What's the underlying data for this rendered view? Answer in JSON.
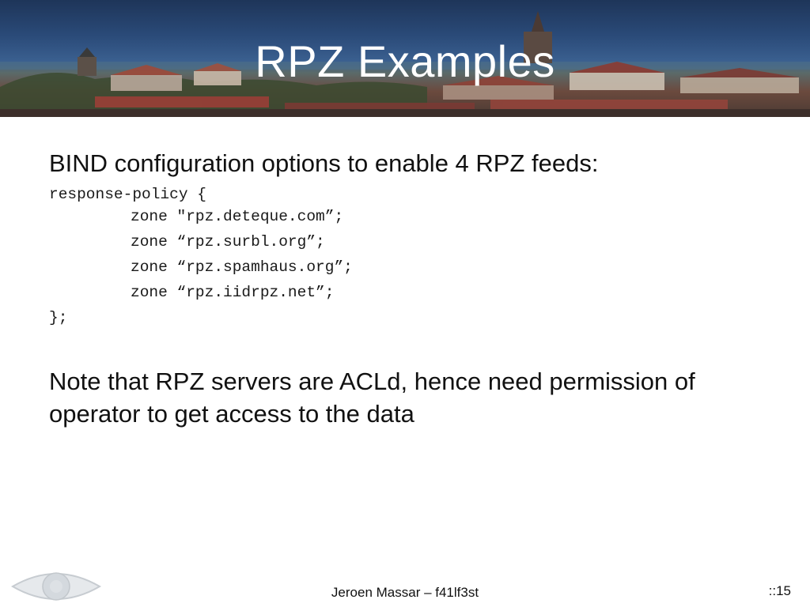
{
  "slide": {
    "title": "RPZ Examples",
    "lead": "BIND configuration options to enable 4 RPZ feeds:",
    "code": {
      "open": "response-policy {",
      "zones": [
        "zone \"rpz.deteque.com”;",
        "zone “rpz.surbl.org”;",
        "zone “rpz.spamhaus.org”;",
        "zone “rpz.iidrpz.net”;"
      ],
      "close": "};"
    },
    "note": "Note that RPZ servers are ACLd, hence need permission of operator to get access to the data"
  },
  "footer": {
    "author": "Jeroen Massar – f41lf3st",
    "page_number": "::15"
  },
  "colors": {
    "title_text": "#ffffff",
    "body_text": "#111111",
    "header_sky": "#2a4a78"
  }
}
